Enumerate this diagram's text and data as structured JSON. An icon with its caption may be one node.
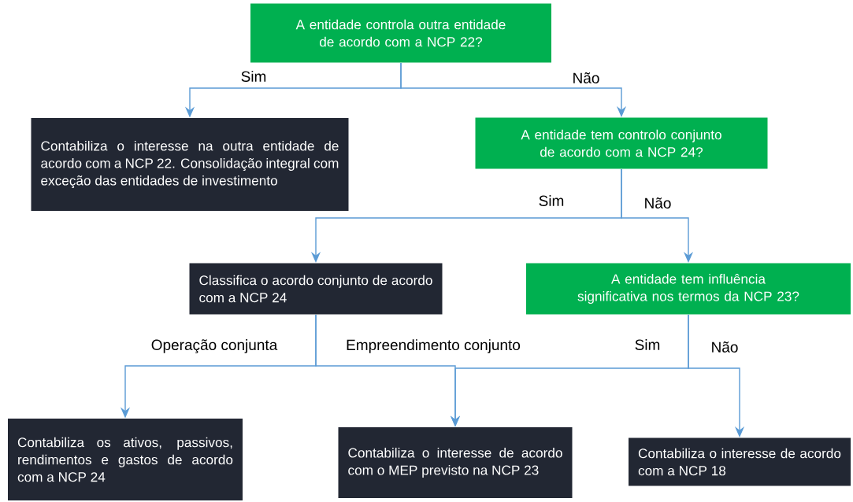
{
  "diagram": {
    "nodes": [
      {
        "text": [
          "A entidade controla outra entidade de acordo com a NCP 22?"
        ]
      },
      {
        "text": [
          "Contabiliza o interesse na outra entidade de acordo com a NCP 22. Consolidação integral com exceção das entidades de investimento"
        ]
      },
      {
        "text": [
          "A entidade tem controlo conjunto de acordo com a NCP 24?"
        ]
      },
      {
        "text": [
          "Classifica o acordo conjunto de acordo com a NCP 24"
        ]
      },
      {
        "text": [
          "A entidade tem influência significativa nos termos da NCP 23?"
        ]
      },
      {
        "text": [
          "Contabiliza os ativos, passivos, rendimentos e gastos de acordo com a NCP 24"
        ]
      },
      {
        "text": [
          "Contabiliza o interesse de acordo com o MEP previsto na NCP 23"
        ]
      },
      {
        "text": [
          "Contabiliza o interesse de acordo com a NCP 18"
        ]
      }
    ],
    "edges": [
      {
        "from": 0,
        "to": 1,
        "arrow": "to",
        "label": "Sim"
      },
      {
        "from": 0,
        "to": 2,
        "arrow": "to",
        "label": "Não"
      },
      {
        "from": 2,
        "to": 3,
        "arrow": "to",
        "label": "Sim"
      },
      {
        "from": 2,
        "to": 4,
        "arrow": "to",
        "label": "Não"
      },
      {
        "from": 3,
        "to": 5,
        "arrow": "to",
        "label": "Operação conjunta"
      },
      {
        "from": 3,
        "to": 6,
        "arrow": "to",
        "label": "Empreendimento conjunto"
      },
      {
        "from": 4,
        "to": 6,
        "arrow": "to",
        "label": "Sim"
      },
      {
        "from": 4,
        "to": 7,
        "arrow": "to",
        "label": "Não"
      }
    ]
  }
}
